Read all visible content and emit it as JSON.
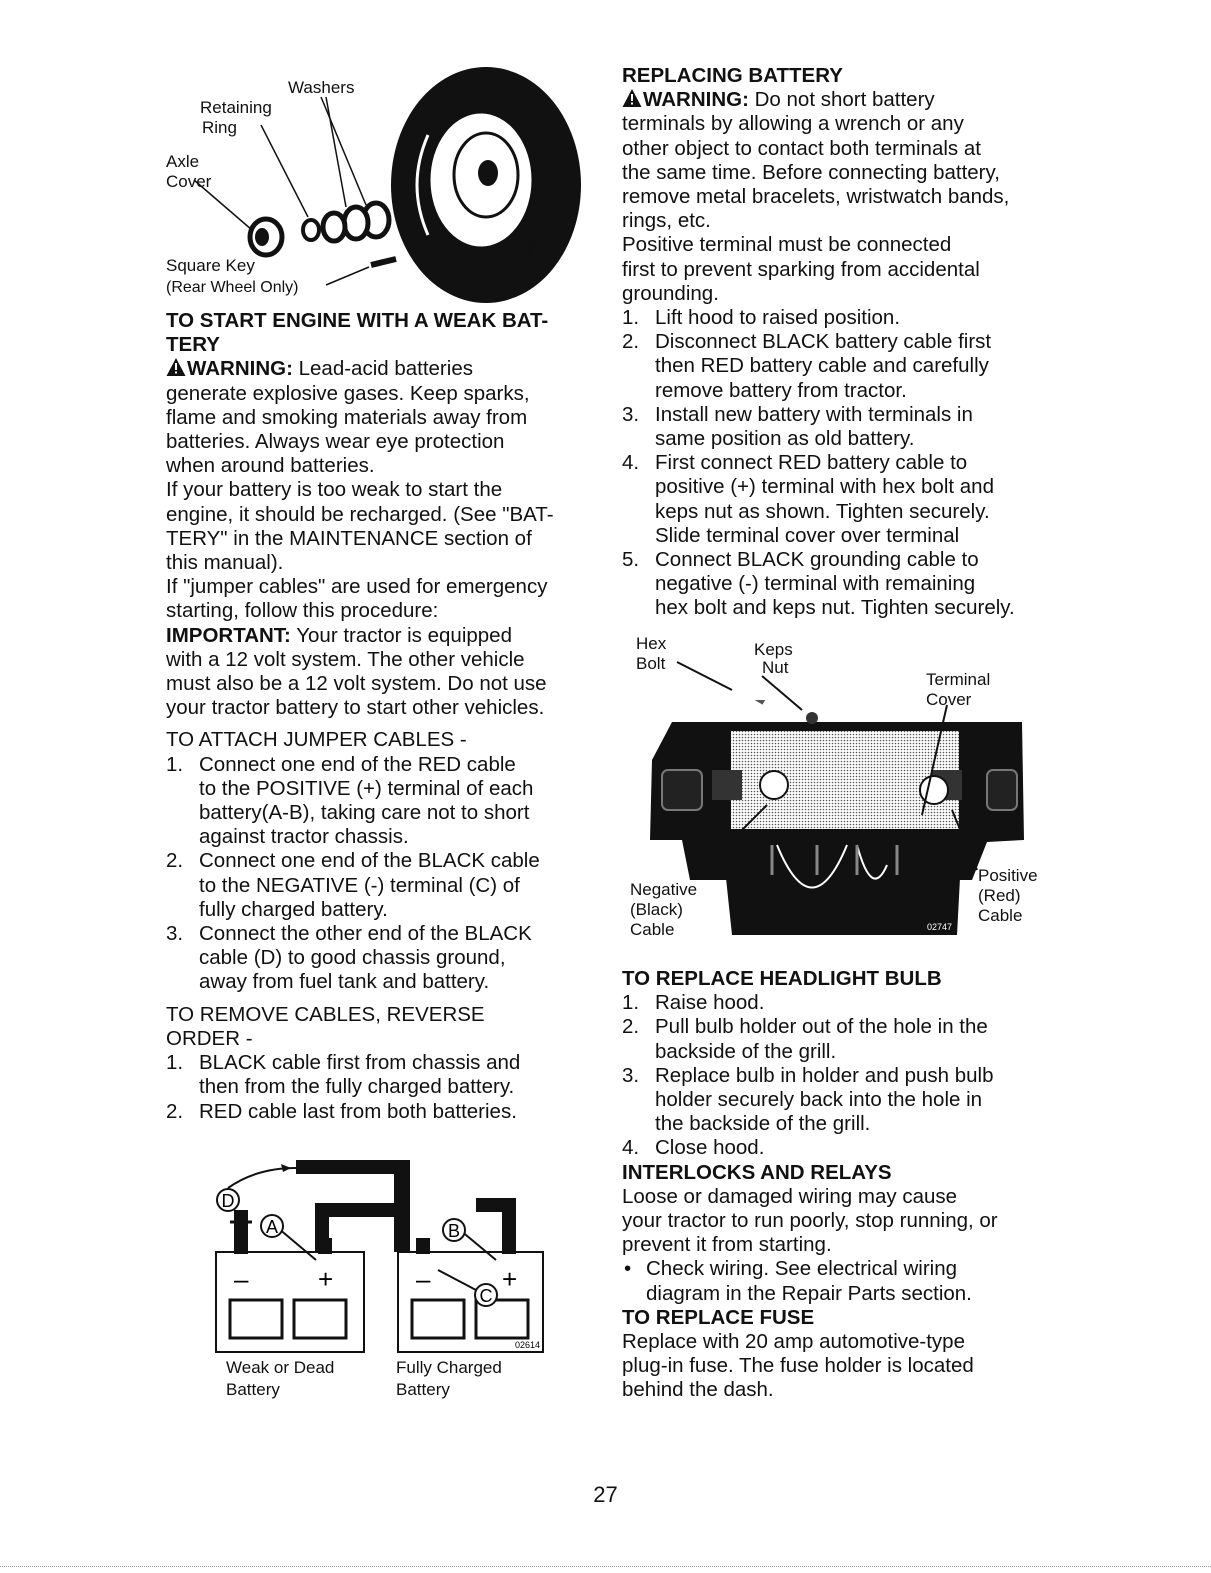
{
  "wheel_figure": {
    "labels": {
      "washers": "Washers",
      "retaining_ring": [
        "Retaining",
        "Ring"
      ],
      "axle_cover": [
        "Axle",
        "Cover"
      ],
      "square_key": "Square Key",
      "rear_wheel_only": "(Rear Wheel Only)"
    }
  },
  "weak_battery": {
    "heading": [
      "TO START ENGINE WITH A WEAK BAT-",
      "TERY"
    ],
    "warning_label": "WARNING:",
    "warning_lines": [
      "Lead-acid batteries",
      "generate explosive gases. Keep sparks,",
      "flame and smoking materials away from",
      "batteries. Always wear eye protection",
      "when around batteries."
    ],
    "recharge_lines": [
      "If your battery is too weak to start the",
      "engine, it should be recharged. (See \"BAT-",
      "TERY\" in the MAINTENANCE section of",
      "this manual)."
    ],
    "jumper_lines": [
      "If \"jumper cables\" are used for emergency",
      "starting, follow this procedure:"
    ],
    "important_label": "IMPORTANT:",
    "important_lines": [
      "Your tractor is equipped",
      "with a 12 volt system. The other vehicle",
      "must also be a 12 volt system. Do not use",
      "your tractor battery to start other vehicles."
    ],
    "attach_heading": "TO ATTACH JUMPER CABLES -",
    "attach_steps": [
      {
        "num": "1.",
        "lines": [
          "Connect one end of the RED cable",
          "to the POSITIVE (+) terminal of each",
          "battery(A-B), taking care not to short",
          "against tractor chassis."
        ]
      },
      {
        "num": "2.",
        "lines": [
          "Connect one end of the BLACK cable",
          "to the NEGATIVE (-) terminal (C) of",
          "fully charged battery."
        ]
      },
      {
        "num": "3.",
        "lines": [
          "Connect the other end of the BLACK",
          "cable (D) to good chassis ground,",
          "away from fuel tank and battery."
        ]
      }
    ],
    "remove_heading": [
      "TO REMOVE CABLES, REVERSE",
      "ORDER -"
    ],
    "remove_steps": [
      {
        "num": "1.",
        "lines": [
          "BLACK cable first from chassis and",
          "then from the fully charged battery."
        ]
      },
      {
        "num": "2.",
        "lines": [
          "RED cable last from both batteries."
        ]
      }
    ]
  },
  "jumper_figure": {
    "markers": {
      "d": "D",
      "a": "A",
      "b": "B",
      "c": "C"
    },
    "minus": "–",
    "plus": "+",
    "part_code": "02614",
    "weak_label": [
      "Weak or Dead",
      "Battery"
    ],
    "charged_label": [
      "Fully Charged",
      "Battery"
    ]
  },
  "replacing_battery": {
    "heading": "REPLACING BATTERY",
    "warning_label": "WARNING:",
    "warning_lines": [
      "Do not short battery",
      "terminals by allowing a wrench or any",
      "other object to contact both terminals at",
      "the same time. Before connecting battery,",
      "remove metal bracelets, wristwatch bands,",
      "rings, etc."
    ],
    "positive_lines": [
      "Positive terminal must be connected",
      "first to prevent sparking from accidental",
      "grounding."
    ],
    "steps": [
      {
        "num": "1.",
        "lines": [
          "Lift hood to raised position."
        ]
      },
      {
        "num": "2.",
        "lines": [
          "Disconnect BLACK battery cable first",
          "then RED battery cable and carefully",
          "remove battery from tractor."
        ]
      },
      {
        "num": "3.",
        "lines": [
          "Install new battery with terminals in",
          "same position as old battery."
        ]
      },
      {
        "num": "4.",
        "lines": [
          "First connect RED battery cable to",
          "positive (+) terminal with hex bolt and",
          "keps nut as shown. Tighten securely.",
          "Slide terminal cover over terminal"
        ]
      },
      {
        "num": "5.",
        "lines": [
          "Connect BLACK grounding cable to",
          "negative (-) terminal with remaining",
          "hex bolt and keps nut. Tighten securely."
        ]
      }
    ]
  },
  "battery_figure": {
    "labels": {
      "hex_bolt": [
        "Hex",
        "Bolt"
      ],
      "keps_nut": [
        "Keps",
        "Nut"
      ],
      "terminal_cover": [
        "Terminal",
        "Cover"
      ],
      "negative": [
        "Negative",
        "(Black)",
        "Cable"
      ],
      "positive": [
        "Positive",
        "(Red)",
        "Cable"
      ]
    },
    "part_code": "02747"
  },
  "headlight": {
    "heading": "TO REPLACE HEADLIGHT BULB",
    "steps": [
      {
        "num": "1.",
        "lines": [
          "Raise hood."
        ]
      },
      {
        "num": "2.",
        "lines": [
          "Pull bulb holder out of the hole in the",
          "backside of the grill."
        ]
      },
      {
        "num": "3.",
        "lines": [
          "Replace bulb in holder and push bulb",
          "holder securely back into the hole in",
          "the backside of the grill."
        ]
      },
      {
        "num": "4.",
        "lines": [
          "Close hood."
        ]
      }
    ]
  },
  "interlocks": {
    "heading": "INTERLOCKS AND RELAYS",
    "lines": [
      "Loose or damaged wiring may cause",
      "your tractor to run poorly, stop running, or",
      "prevent it from starting."
    ],
    "bullet": "•",
    "bullet_lines": [
      "Check wiring. See electrical wiring",
      "diagram in the Repair Parts section."
    ]
  },
  "fuse": {
    "heading": "TO REPLACE FUSE",
    "lines": [
      "Replace with 20 amp automotive-type",
      "plug-in fuse. The fuse holder is located",
      "behind the dash."
    ]
  },
  "page_number": "27"
}
